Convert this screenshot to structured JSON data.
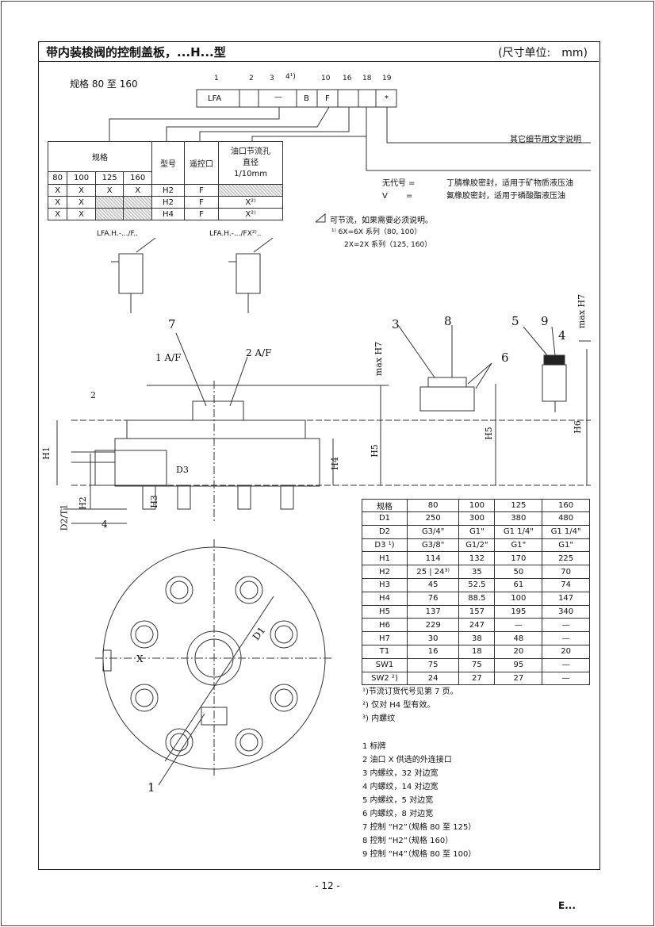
{
  "header": {
    "title": "带内装梭阀的控制盖板，...H...型",
    "unit": "(尺寸单位:　mm)"
  },
  "size_caption": "规格 80 至 160",
  "code": {
    "positions": [
      "1",
      "2",
      "3",
      "4¹)",
      "10",
      "16",
      "18",
      "19"
    ],
    "cells": [
      "LFA",
      "—",
      "B",
      "F",
      "*"
    ]
  },
  "detail_note": "其它细节用文字说明",
  "order_table": {
    "h_size": "规格",
    "h_model": "型号",
    "h_remote": "遥控口",
    "h_orifice": "油口节流孔直径",
    "h_unit": "1/10mm",
    "sizes": [
      "80",
      "100",
      "125",
      "160"
    ],
    "rows": [
      {
        "c": [
          "X",
          "X",
          "X",
          "X"
        ],
        "model": "H2",
        "remote": "F",
        "orifice": ""
      },
      {
        "c": [
          "X",
          "X",
          "",
          ""
        ],
        "model": "H2",
        "remote": "F",
        "orifice": "X²⁾"
      },
      {
        "c": [
          "X",
          "X",
          "",
          ""
        ],
        "model": "H4",
        "remote": "F",
        "orifice": "X²⁾"
      }
    ]
  },
  "seal": {
    "l1_code": "无代号 =",
    "l1_desc": "丁腈橡胶密封，适用于矿物质液压油",
    "l2_code": "V 　　=",
    "l2_desc": "氟橡胶密封，适用于磷酸酯液压油"
  },
  "notes_top": {
    "throttle": "可节流，如果需要必须说明。",
    "s1": "¹⁾ 6X=6X 系列（80, 100）",
    "s2": "2X=2X 系列（125, 160）"
  },
  "symbols": {
    "left": "LFA.H.-.../F..",
    "right": "LFA.H.-.../FX²⁾.."
  },
  "drawing_labels": {
    "n7": "7",
    "n1af": "1 A/F",
    "n2af": "2 A/F",
    "n3": "3",
    "n8": "8",
    "n6": "6",
    "n5": "5",
    "n9": "9",
    "n4": "4",
    "n2": "2",
    "n1": "1",
    "d3": "D3",
    "x": "X",
    "d1": "D1",
    "dim4": "4",
    "h1": "H1",
    "h2": "H2",
    "h3": "H3",
    "h4": "H4",
    "h5": "H5",
    "h6": "H6",
    "h7a": "max H7",
    "h7b": "max H7",
    "d2t1": "D2/T1"
  },
  "dims_table": {
    "headers": [
      "规格",
      "80",
      "100",
      "125",
      "160"
    ],
    "rows": [
      [
        "D1",
        "250",
        "300",
        "380",
        "480"
      ],
      [
        "D2",
        "G3/4\"",
        "G1\"",
        "G1 1/4\"",
        "G1 1/4\""
      ],
      [
        "D3 ¹)",
        "G3/8\"",
        "G1/2\"",
        "G1\"",
        "G1\""
      ],
      [
        "H1",
        "114",
        "132",
        "170",
        "225"
      ],
      [
        "H2",
        "25 | 24³⁾",
        "35",
        "50",
        "70"
      ],
      [
        "H3",
        "45",
        "52.5",
        "61",
        "74"
      ],
      [
        "H4",
        "76",
        "88.5",
        "100",
        "147"
      ],
      [
        "H5",
        "137",
        "157",
        "195",
        "340"
      ],
      [
        "H6",
        "229",
        "247",
        "—",
        "—"
      ],
      [
        "H7",
        "30",
        "38",
        "48",
        "—"
      ],
      [
        "T1",
        "16",
        "18",
        "20",
        "20"
      ],
      [
        "SW1",
        "75",
        "75",
        "95",
        "—"
      ],
      [
        "SW2 ²)",
        "24",
        "27",
        "27",
        "—"
      ]
    ]
  },
  "footnotes": [
    "¹)节流订货代号见第 7 页。",
    "²) 仅对 H4 型有效。",
    "³) 内螺纹"
  ],
  "parts": [
    "1 标牌",
    "2 油口 X 供选的外连接口",
    "3 内螺纹，32 对边宽",
    "4 内螺纹，14 对边宽",
    "5 内螺纹，5 对边宽",
    "6 内螺纹，8 对边宽",
    "7 控制 “H2”（规格 80 至 125）",
    "8 控制 “H2”（规格 160）",
    "9 控制 “H4”（规格 80 至 100）"
  ],
  "page_number": "- 12 -",
  "corner_mark": "E..."
}
